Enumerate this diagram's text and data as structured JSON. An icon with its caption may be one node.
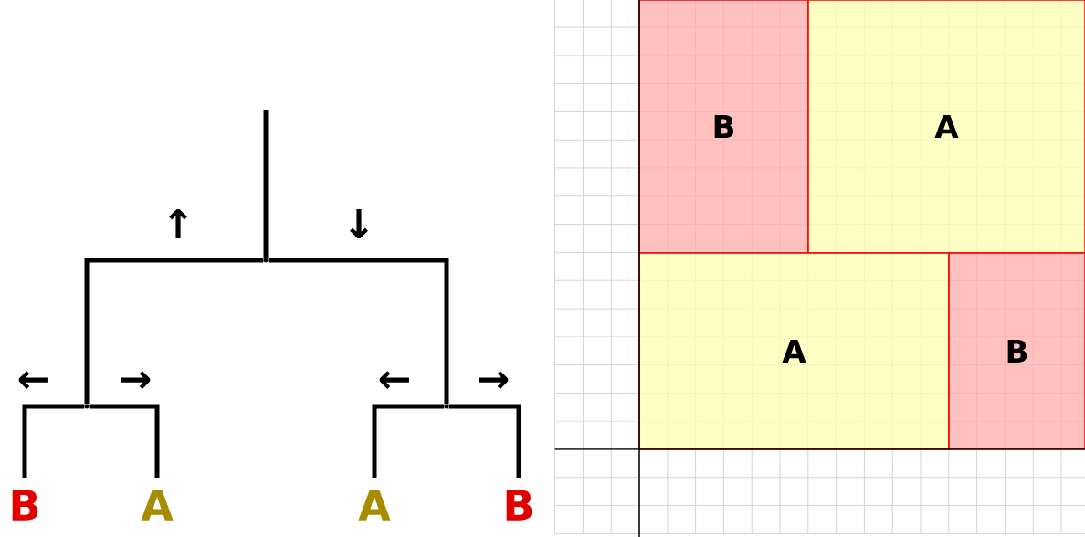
{
  "diagram": {
    "nodes": [
      {
        "text": [],
        "shape": "point"
      },
      {
        "text": [],
        "shape": "point"
      },
      {
        "text": [],
        "shape": "point"
      },
      {
        "text": [
          "B"
        ]
      },
      {
        "text": [
          "A"
        ]
      },
      {
        "text": [
          "A"
        ]
      },
      {
        "text": [
          "B"
        ]
      },
      {
        "text": [
          "B"
        ]
      },
      {
        "text": [
          "A"
        ]
      },
      {
        "text": [
          "A"
        ]
      },
      {
        "text": [
          "B"
        ]
      }
    ],
    "edges": [
      {
        "from": null,
        "to": 0,
        "arrow": "none"
      },
      {
        "from": 0,
        "to": 1,
        "arrow": "none",
        "label": "↑"
      },
      {
        "from": 0,
        "to": 2,
        "arrow": "none",
        "label": "↓"
      },
      {
        "from": 1,
        "to": 3,
        "arrow": "none",
        "label": "←"
      },
      {
        "from": 1,
        "to": 4,
        "arrow": "none",
        "label": "→"
      },
      {
        "from": 2,
        "to": 5,
        "arrow": "none",
        "label": "←"
      },
      {
        "from": 2,
        "to": 6,
        "arrow": "none",
        "label": "→"
      }
    ]
  }
}
